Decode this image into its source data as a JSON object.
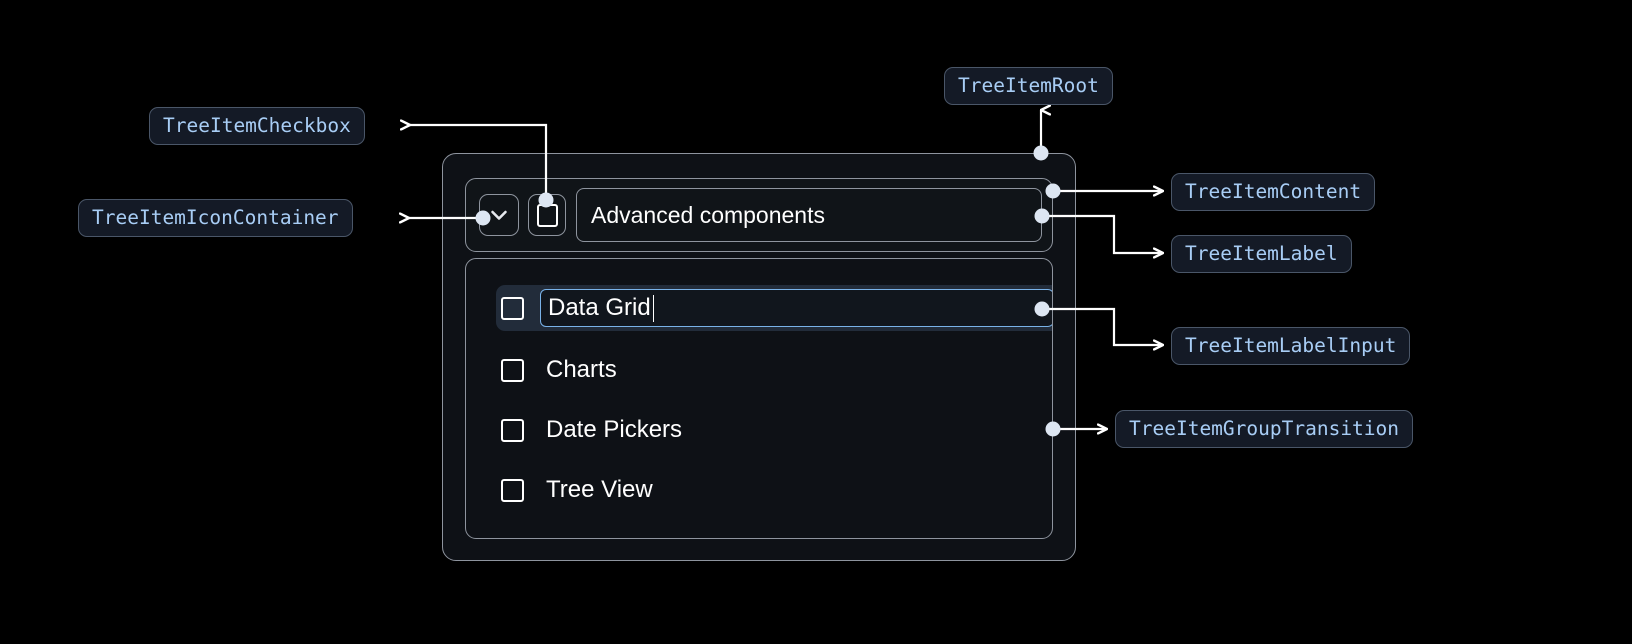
{
  "theme": {
    "background": "#000000",
    "pill_bg": "#141a26",
    "pill_border": "#4a5668",
    "pill_text": "#a8cdf5",
    "box_border": "#8e949e",
    "box_bg": "#0e1116",
    "selected_row_bg": "#222c3a",
    "input_border": "#79b2e8",
    "wire_color": "#ffffff",
    "text_color": "#ffffff"
  },
  "annotations": [
    {
      "id": "tree-item-checkbox",
      "label": "TreeItemCheckbox"
    },
    {
      "id": "tree-item-icon-container",
      "label": "TreeItemIconContainer"
    },
    {
      "id": "tree-item-root",
      "label": "TreeItemRoot"
    },
    {
      "id": "tree-item-content",
      "label": "TreeItemContent"
    },
    {
      "id": "tree-item-label",
      "label": "TreeItemLabel"
    },
    {
      "id": "tree-item-label-input",
      "label": "TreeItemLabelInput"
    },
    {
      "id": "tree-item-group-transition",
      "label": "TreeItemGroupTransition"
    }
  ],
  "tree": {
    "root": {
      "expand_icon": "chevron-down-icon",
      "checkbox_checked": false,
      "label": "Advanced components"
    },
    "children": [
      {
        "label": "Data Grid",
        "checked": false,
        "editing": true,
        "selected": true
      },
      {
        "label": "Charts",
        "checked": false,
        "editing": false,
        "selected": false
      },
      {
        "label": "Date Pickers",
        "checked": false,
        "editing": false,
        "selected": false
      },
      {
        "label": "Tree View",
        "checked": false,
        "editing": false,
        "selected": false
      }
    ]
  }
}
